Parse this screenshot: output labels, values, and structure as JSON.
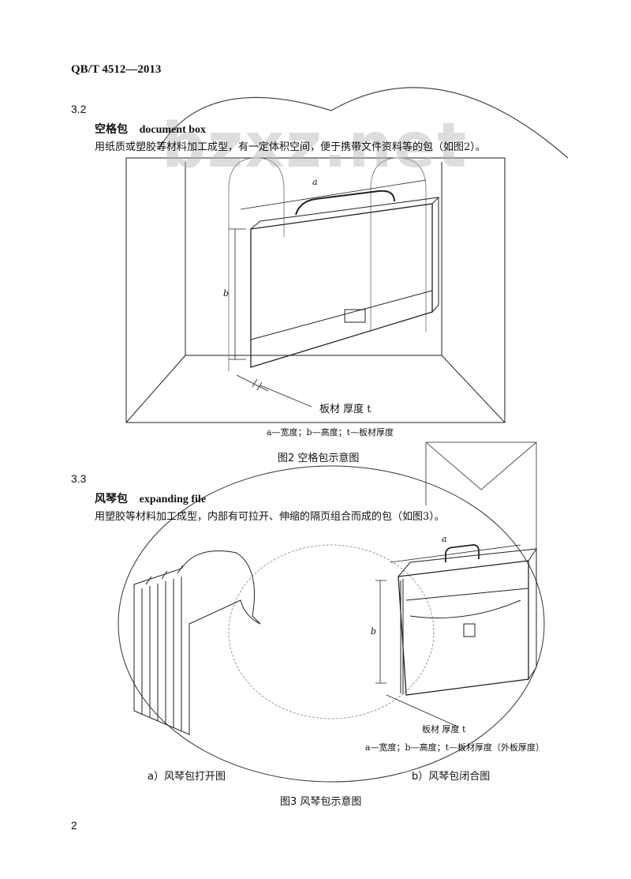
{
  "header": {
    "doc_id": "QB/T 4512—2013"
  },
  "watermark": "bzxz.net",
  "section_3_2": {
    "number": "3.2",
    "term_cn": "空格包",
    "term_en": "document box",
    "definition": "用纸质或塑胶等材料加工成型，有一定体积空间，便于携带文件资料等的包（如图2）。",
    "figure": {
      "label_a": "a",
      "label_b": "b",
      "label_t": "板材  厚度  t",
      "legend": "a—宽度；b—高度；t—板材厚度",
      "title": "图2  空格包示意图"
    }
  },
  "section_3_3": {
    "number": "3.3",
    "term_cn": "风琴包",
    "term_en": "expanding file",
    "definition": "用塑胶等材料加工成型，内部有可拉开、伸缩的隔页组合而成的包（如图3）。",
    "figure": {
      "label_a": "a",
      "label_b": "b",
      "label_t": "板材  厚度 t",
      "legend": "a—宽度；b—高度；t—板材厚度（外板厚度）",
      "sub_a": "a）风琴包打开图",
      "sub_b": "b）风琴包闭合图",
      "title": "图3  风琴包示意图"
    }
  },
  "footer": {
    "page_number": "2"
  }
}
